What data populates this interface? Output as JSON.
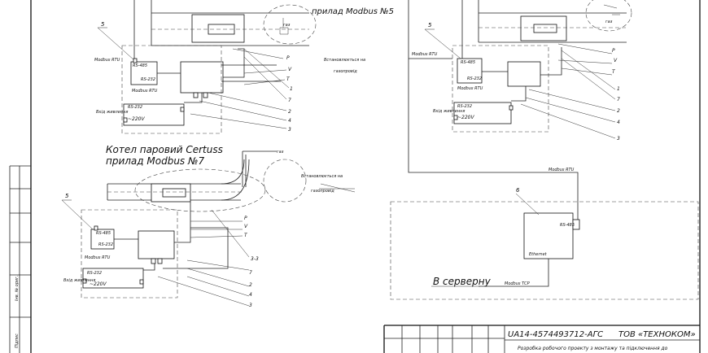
{
  "labels": {
    "device5": "прилад Modbus №5",
    "boiler": "Котел паровий Certuss",
    "device7": "прилад Modbus №7",
    "installed_on": "Встановлюється на",
    "gas_pipe": "газопровід",
    "modbus_rtu": "Modbus RTU",
    "modbus_tcp": "Modbus TCP",
    "rs485": "RS-485",
    "rs232": "RS-232",
    "to_server": "В серверну",
    "v220": "~220V",
    "power_in": "Вхід живлення",
    "ethernet": "Ethernet",
    "gas": "газ",
    "section": "3-3"
  },
  "callouts": {
    "p": "P",
    "v": "V",
    "t": "T",
    "n1": "1",
    "n2": "2",
    "n3": "3",
    "n4": "4",
    "n5": "5",
    "n6": "6",
    "n7": "7"
  },
  "title_block": {
    "code": "UA14-4574493712-АГС",
    "company": "ТОВ «ТЕХНОКОМ»",
    "description": "Розробка робочого проекту з монтажу та підключення до"
  },
  "side_stamp": {
    "inv_no": "Інв. № ориг.",
    "signature": "Підпис"
  }
}
